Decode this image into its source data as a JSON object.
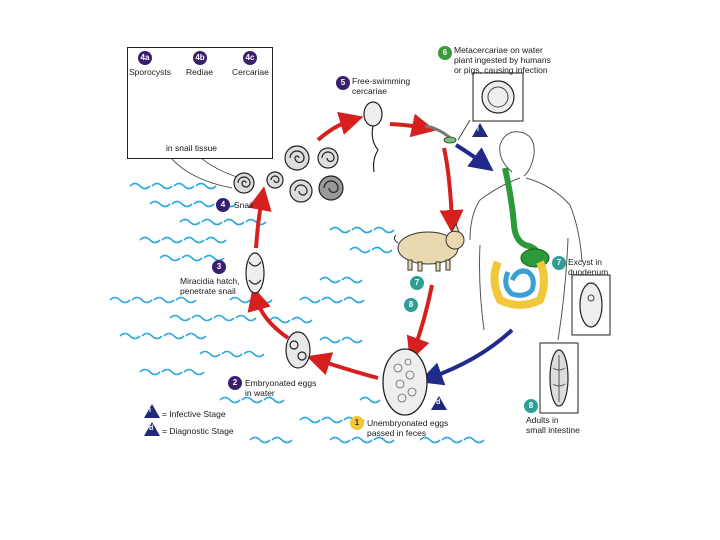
{
  "inset": {
    "badges": [
      "4a",
      "4b",
      "4c"
    ],
    "labels": [
      "Sporocysts",
      "Rediae",
      "Cercariae"
    ],
    "caption": "in snail tissue"
  },
  "stages": {
    "s1": {
      "badge": "1",
      "text": "Unembryonated eggs\npassed in feces"
    },
    "s2": {
      "badge": "2",
      "text": "Embryonated eggs\nin water"
    },
    "s3": {
      "badge": "3",
      "text": "Miracidia hatch,\npenetrate snail"
    },
    "s4": {
      "badge": "4",
      "text": "Snail"
    },
    "s5": {
      "badge": "5",
      "text": "Free-swimming\ncercariae"
    },
    "s6": {
      "badge": "6",
      "text": "Metacercariae on water\nplant ingested by humans\nor pigs, causing infection"
    },
    "s7": {
      "badge": "7",
      "text": "Excyst in\nduodenum"
    },
    "s7pig": {
      "badge": "7"
    },
    "s8pig": {
      "badge": "8"
    },
    "s8": {
      "badge": "8",
      "text": "Adults in\nsmall intestine"
    }
  },
  "markers": {
    "infective": "i",
    "diagnostic": "d"
  },
  "legend": {
    "infective_symbol": "i",
    "infective_text": "= Infective Stage",
    "diagnostic_symbol": "d",
    "diagnostic_text": "= Diagnostic Stage"
  },
  "colors": {
    "cycle_arrow": "#d62020",
    "human_arrow": "#1f2a8a",
    "water": "#2aa8e0",
    "stage_badge": "#3a1f6e",
    "host_badge": "#2e9e96",
    "ingestion_badge": "#3a9a3a",
    "feces_badge": "#f4c534",
    "pig": "#ead9b0",
    "gut": "#2a9a3a",
    "intestine_yellow": "#f2c83a",
    "intestine_blue": "#3aa0d0"
  }
}
